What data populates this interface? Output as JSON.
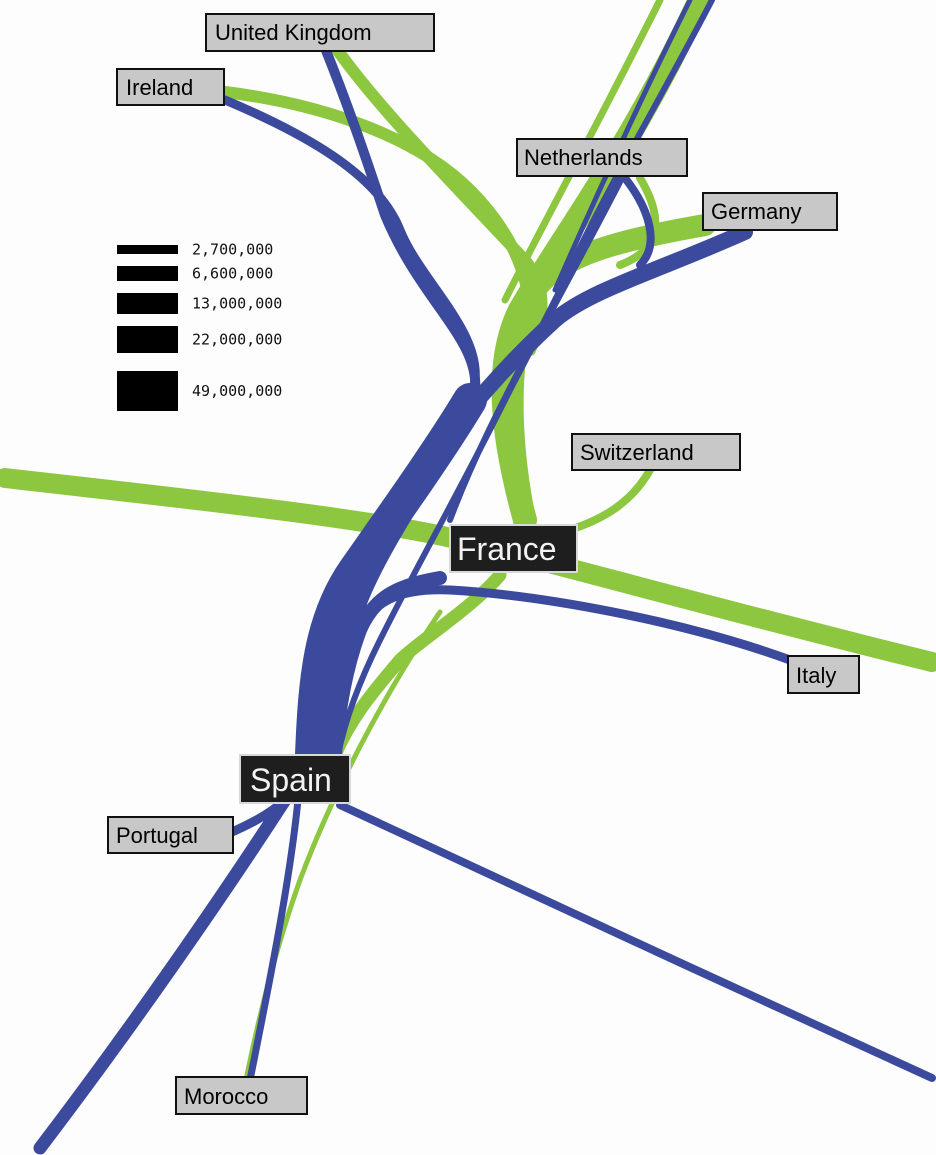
{
  "colors": {
    "flow_a": "#3b4a9c",
    "flow_b": "#8dc63f",
    "label_box": "#c8c8c8",
    "hub_box": "#1e1e1e",
    "legend_swatch": "#000000"
  },
  "nodes": {
    "uk": {
      "label": "United Kingdom"
    },
    "ireland": {
      "label": "Ireland"
    },
    "netherlands": {
      "label": "Netherlands"
    },
    "germany": {
      "label": "Germany"
    },
    "switzerland": {
      "label": "Switzerland"
    },
    "france": {
      "label": "France"
    },
    "italy": {
      "label": "Italy"
    },
    "spain": {
      "label": "Spain"
    },
    "portugal": {
      "label": "Portugal"
    },
    "morocco": {
      "label": "Morocco"
    }
  },
  "legend": {
    "items": [
      {
        "label": "2,700,000",
        "value": 2700000
      },
      {
        "label": "6,600,000",
        "value": 6600000
      },
      {
        "label": "13,000,000",
        "value": 13000000
      },
      {
        "label": "22,000,000",
        "value": 22000000
      },
      {
        "label": "49,000,000",
        "value": 49000000
      }
    ]
  }
}
